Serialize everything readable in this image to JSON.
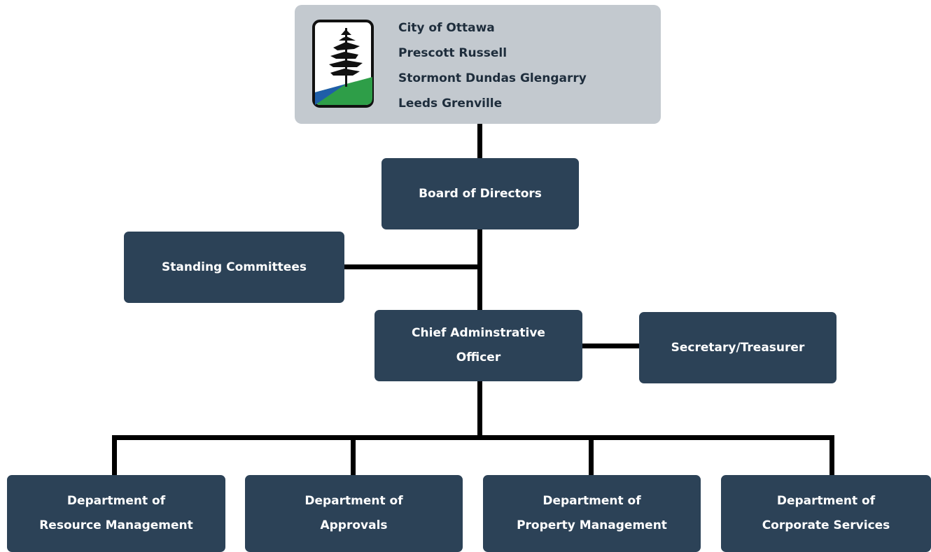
{
  "header": {
    "logo_icon": "pine-tree-landscape-logo",
    "organizations": [
      "City of Ottawa",
      "Prescott Russell",
      "Stormont Dundas Glengarry",
      "Leeds Grenville"
    ]
  },
  "nodes": {
    "board": [
      "Board of Directors"
    ],
    "standing_committees": [
      "Standing Committees"
    ],
    "cao": [
      "Chief Adminstrative",
      "Officer"
    ],
    "secretary": [
      "Secretary/Treasurer"
    ],
    "departments": [
      [
        "Department of",
        "Resource Management"
      ],
      [
        "Department of",
        "Approvals"
      ],
      [
        "Department of",
        "Property Management"
      ],
      [
        "Department of",
        "Corporate Services"
      ]
    ]
  },
  "colors": {
    "node_fill": "#2c4257",
    "node_text": "#ffffff",
    "header_fill": "#c3c9cf",
    "header_text": "#1e2d3c",
    "connector": "#000000",
    "logo_water": "#1f5ea8",
    "logo_land": "#2e9e48"
  }
}
